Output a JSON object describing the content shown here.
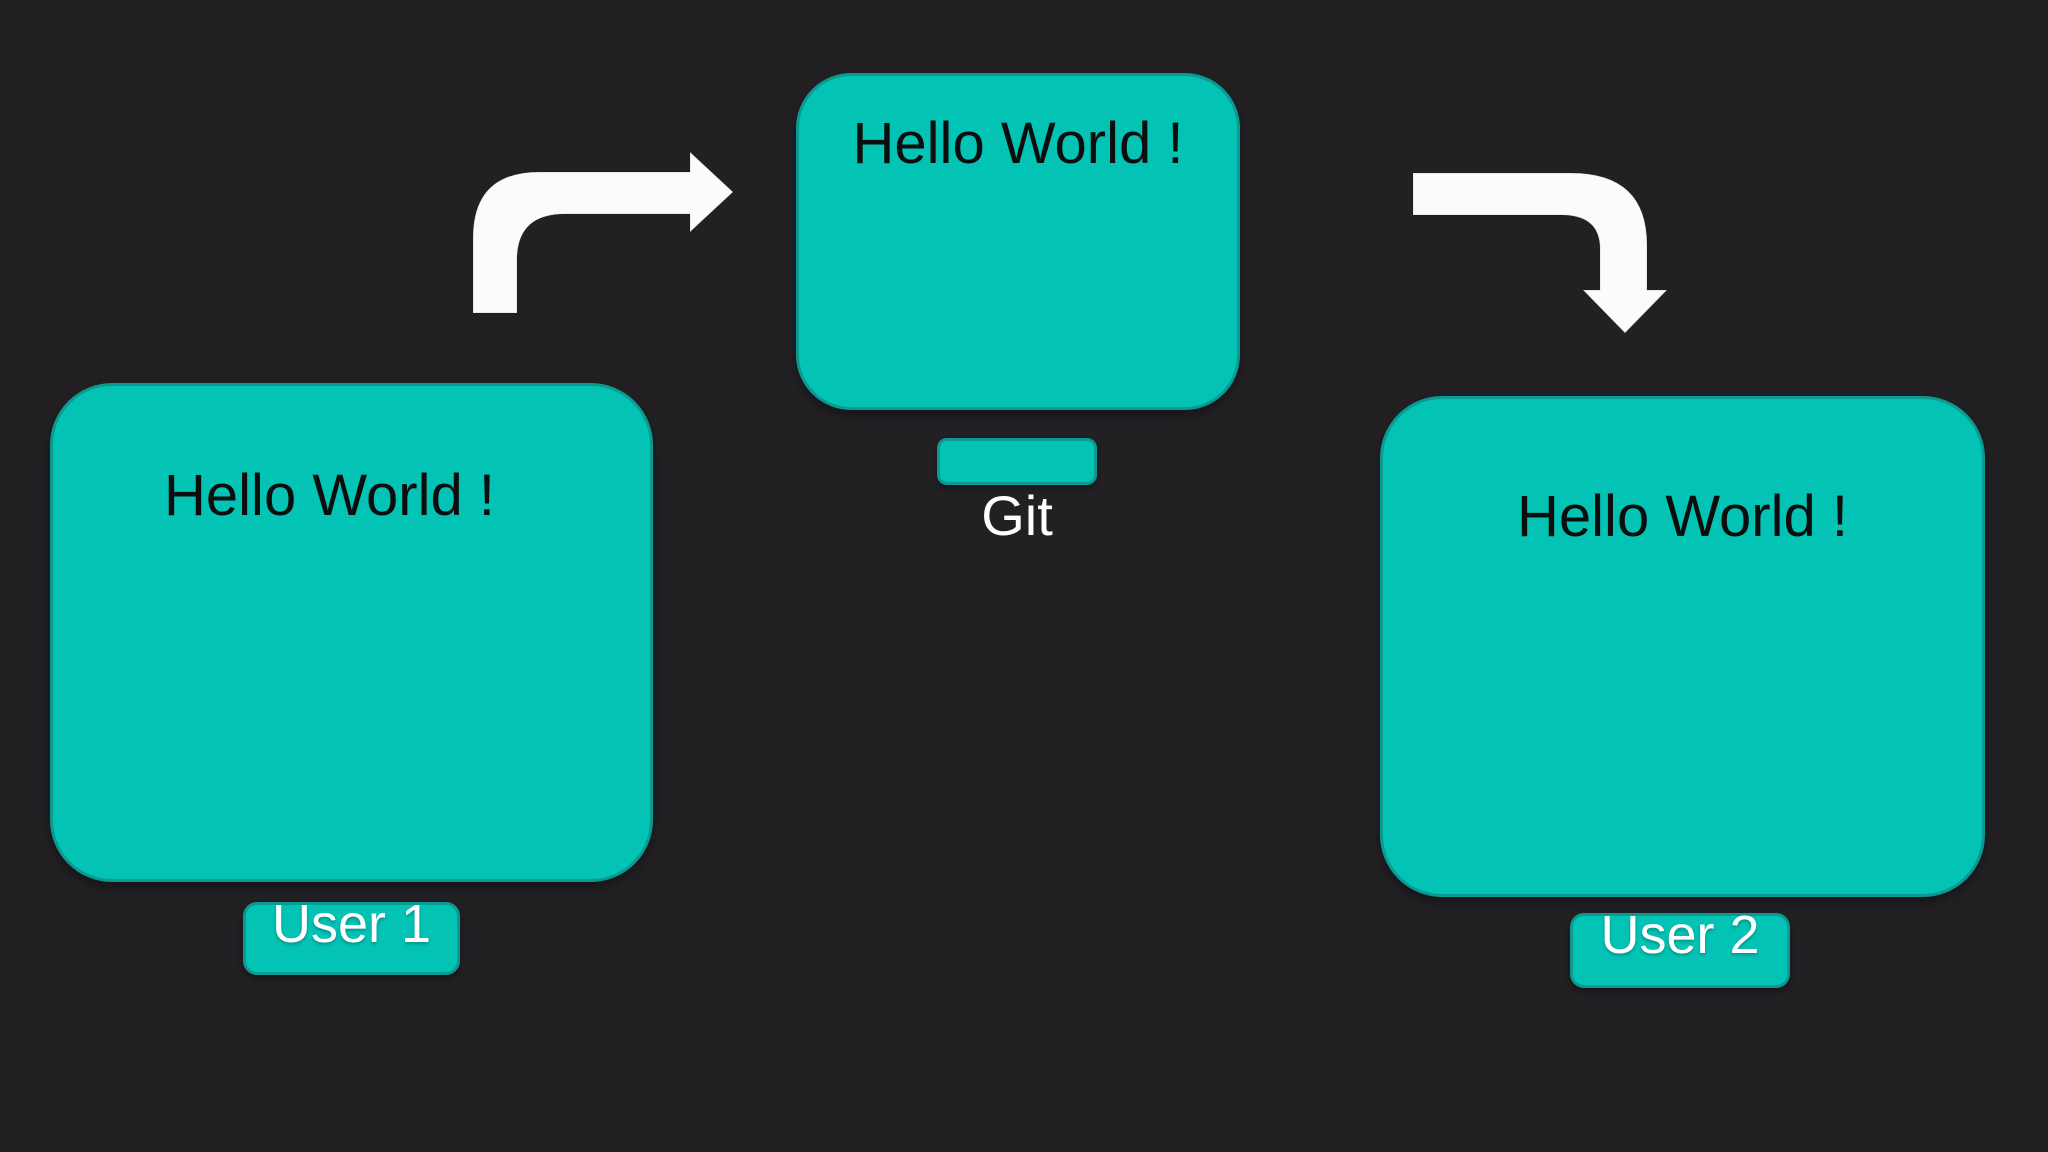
{
  "title": "Git sharing diagram",
  "colors": {
    "background": "#222023",
    "node_fill": "#03c3b5",
    "node_border": "#0a9a91",
    "node_text": "#0d0d0d",
    "label_text": "#ffffff",
    "arrow": "#fbfbfb"
  },
  "nodes": {
    "user1": {
      "content": "Hello World !",
      "label": "User 1"
    },
    "git": {
      "content": "Hello World !",
      "label": "Git"
    },
    "user2": {
      "content": "Hello World !",
      "label": "User 2"
    }
  },
  "arrows": [
    {
      "name": "user1-to-git",
      "direction": "up-then-right"
    },
    {
      "name": "git-to-user2",
      "direction": "right-then-down"
    }
  ]
}
